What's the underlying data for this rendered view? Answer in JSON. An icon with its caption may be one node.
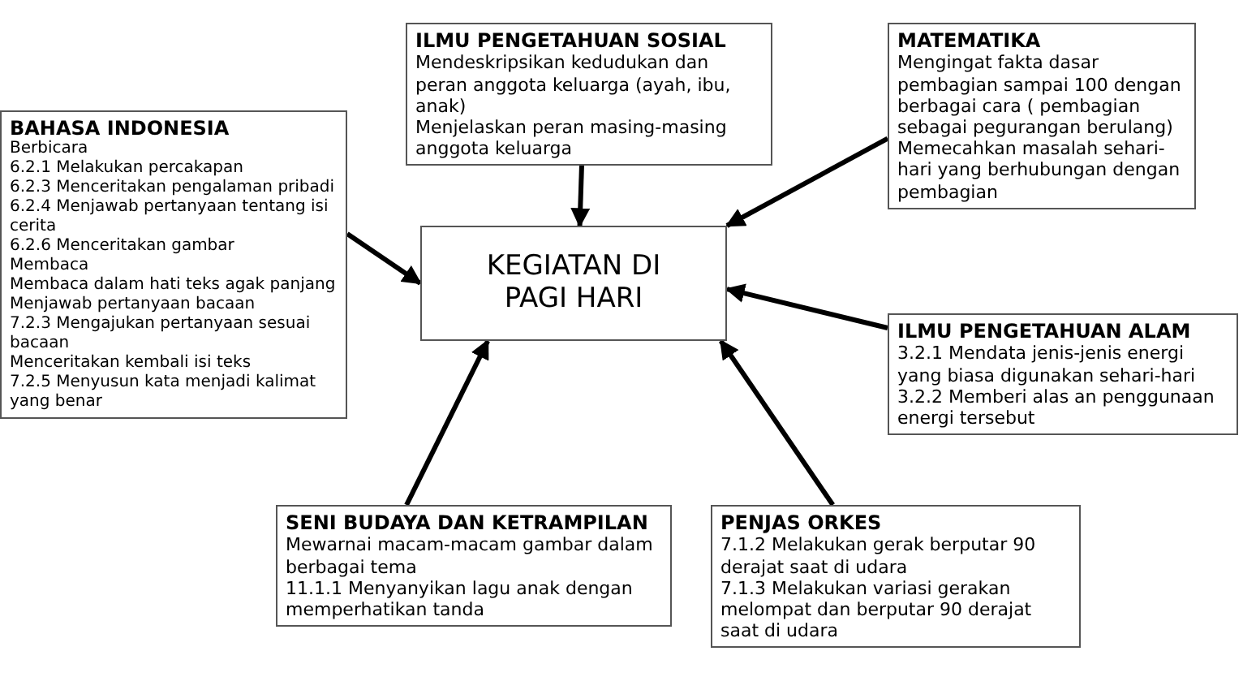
{
  "diagram": {
    "nodes": [
      {
        "text": [
          "KEGIATAN DI PAGI HARI"
        ]
      },
      {
        "text": [
          "ILMU PENGETAHUAN SOSIAL",
          "Mendeskripsikan kedudukan dan peran anggota keluarga (ayah, ibu, anak)",
          "Menjelaskan peran masing-masing anggota keluarga"
        ]
      },
      {
        "text": [
          "MATEMATIKA",
          "Mengingat fakta dasar pembagian sampai 100 dengan berbagai cara ( pembagian sebagai pegurangan berulang)",
          "Memecahkan masalah sehari-hari yang berhubungan dengan pembagian"
        ]
      },
      {
        "text": [
          "BAHASA INDONESIA",
          "Berbicara",
          "6.2.1 Melakukan percakapan",
          "6.2.3 Menceritakan pengalaman pribadi",
          "6.2.4 Menjawab pertanyaan tentang isi cerita",
          "6.2.6 Menceritakan gambar",
          "Membaca",
          "Membaca dalam hati teks agak panjang",
          "Menjawab pertanyaan bacaan",
          "7.2.3 Mengajukan pertanyaan sesuai bacaan",
          "Menceritakan kembali isi teks",
          "7.2.5 Menyusun kata menjadi kalimat yang benar"
        ]
      },
      {
        "text": [
          "ILMU PENGETAHUAN ALAM",
          "3.2.1 Mendata jenis-jenis energi yang biasa digunakan sehari-hari",
          "3.2.2 Memberi alas an penggunaan energi tersebut"
        ]
      },
      {
        "text": [
          "SENI BUDAYA DAN KETRAMPILAN",
          "Mewarnai macam-macam gambar dalam berbagai tema",
          "11.1.1 Menyanyikan lagu anak dengan memperhatikan tanda"
        ]
      },
      {
        "text": [
          "PENJAS ORKES",
          "7.1.2 Melakukan gerak berputar 90 derajat saat di udara",
          "7.1.3 Melakukan variasi gerakan melompat dan berputar 90 derajat saat di udara"
        ]
      }
    ],
    "edges": [
      {
        "from": 1,
        "to": 0,
        "arrow": "to"
      },
      {
        "from": 2,
        "to": 0,
        "arrow": "to"
      },
      {
        "from": 3,
        "to": 0,
        "arrow": "to"
      },
      {
        "from": 4,
        "to": 0,
        "arrow": "to"
      },
      {
        "from": 5,
        "to": 0,
        "arrow": "to"
      },
      {
        "from": 6,
        "to": 0,
        "arrow": "to"
      }
    ]
  }
}
